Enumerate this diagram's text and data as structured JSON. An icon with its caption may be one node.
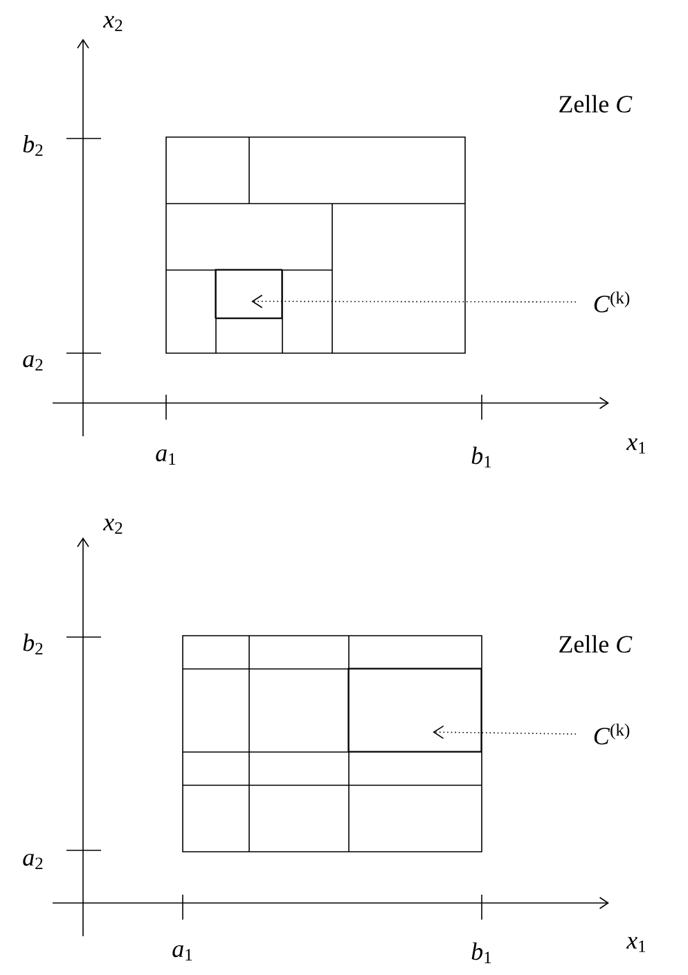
{
  "diagram": {
    "nodes": [
      {
        "text": [],
        "shape": "box"
      },
      {
        "text": [],
        "shape": "box",
        "in": 0
      },
      {
        "text": [
          "*C*$^{(k)}$"
        ]
      },
      {
        "text": [],
        "shape": "box"
      },
      {
        "text": [],
        "shape": "box",
        "in": 3
      },
      {
        "text": [
          "*C*$^{(k)}$"
        ]
      }
    ],
    "edges": [
      {
        "from": 2,
        "to": 1,
        "arrow": "to",
        "style": "dashed"
      },
      {
        "from": 5,
        "to": 4,
        "arrow": "to",
        "style": "dashed"
      }
    ],
    "labels": [
      "*x*$_{2}$",
      "*b*$_{2}$",
      "Zelle *C*",
      "*a*$_{2}$",
      "*a*$_{1}$",
      "*b*$_{1}$",
      "*x*$_{1}$",
      "*x*$_{2}$",
      "*b*$_{2}$",
      "Zelle *C*",
      "*a*$_{2}$",
      "*a*$_{1}$",
      "*b*$_{1}$",
      "*x*$_{1}$"
    ]
  }
}
